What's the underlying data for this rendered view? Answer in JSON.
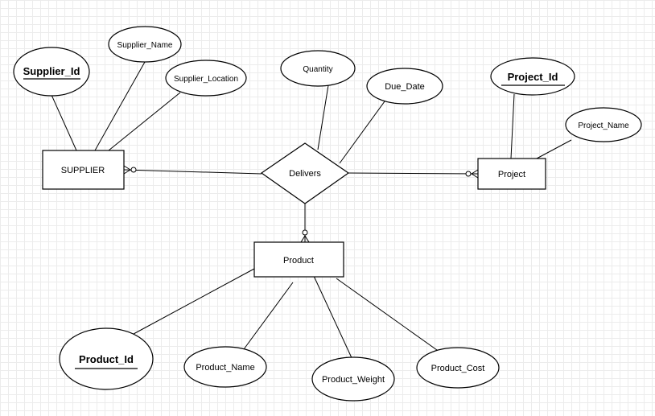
{
  "entities": {
    "supplier": "SUPPLIER",
    "project": "Project",
    "product": "Product"
  },
  "relationship": {
    "delivers": "Delivers"
  },
  "attributes": {
    "supplier_id": "Supplier_Id",
    "supplier_name": "Supplier_Name",
    "supplier_location": "Supplier_Location",
    "quantity": "Quantity",
    "due_date": "Due_Date",
    "project_id": "Project_Id",
    "project_name": "Project_Name",
    "product_id": "Product_Id",
    "product_name": "Product_Name",
    "product_weight": "Product_Weight",
    "product_cost": "Product_Cost"
  },
  "key_attributes": [
    "supplier_id",
    "project_id",
    "product_id"
  ],
  "cardinality": {
    "supplier_delivers": "zero-or-many",
    "project_delivers": "zero-or-many",
    "product_delivers": "zero-or-many"
  }
}
